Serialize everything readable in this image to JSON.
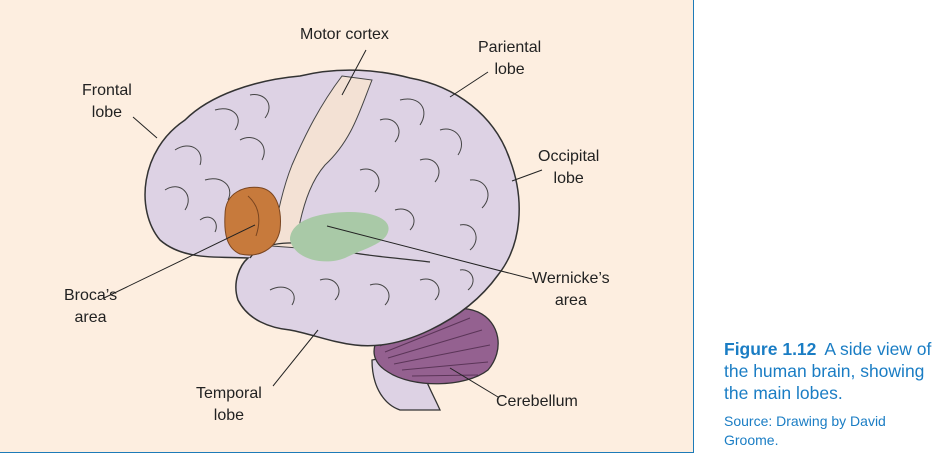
{
  "labels": {
    "motor_cortex": [
      "Motor cortex"
    ],
    "parietal": [
      "Pariental",
      "lobe"
    ],
    "frontal": [
      "Frontal",
      "lobe"
    ],
    "occipital": [
      "Occipital",
      "lobe"
    ],
    "brocas": [
      "Broca’s",
      "area"
    ],
    "wernickes": [
      "Wernicke’s",
      "area"
    ],
    "temporal": [
      "Temporal",
      "lobe"
    ],
    "cerebellum": [
      "Cerebellum"
    ]
  },
  "caption": {
    "figure_number": "Figure 1.12",
    "text": "A side view of the human brain, showing the main lobes.",
    "source": "Source: Drawing by David Groome."
  },
  "colors": {
    "background": "#fdeee0",
    "brain": "#ddd2e4",
    "motor_strip": "#f3e1d4",
    "brocas_area": "#c77a3c",
    "wernickes_area": "#a9c9a7",
    "cerebellum": "#946190",
    "caption": "#1a7dc4",
    "border": "#1d7bb8"
  }
}
